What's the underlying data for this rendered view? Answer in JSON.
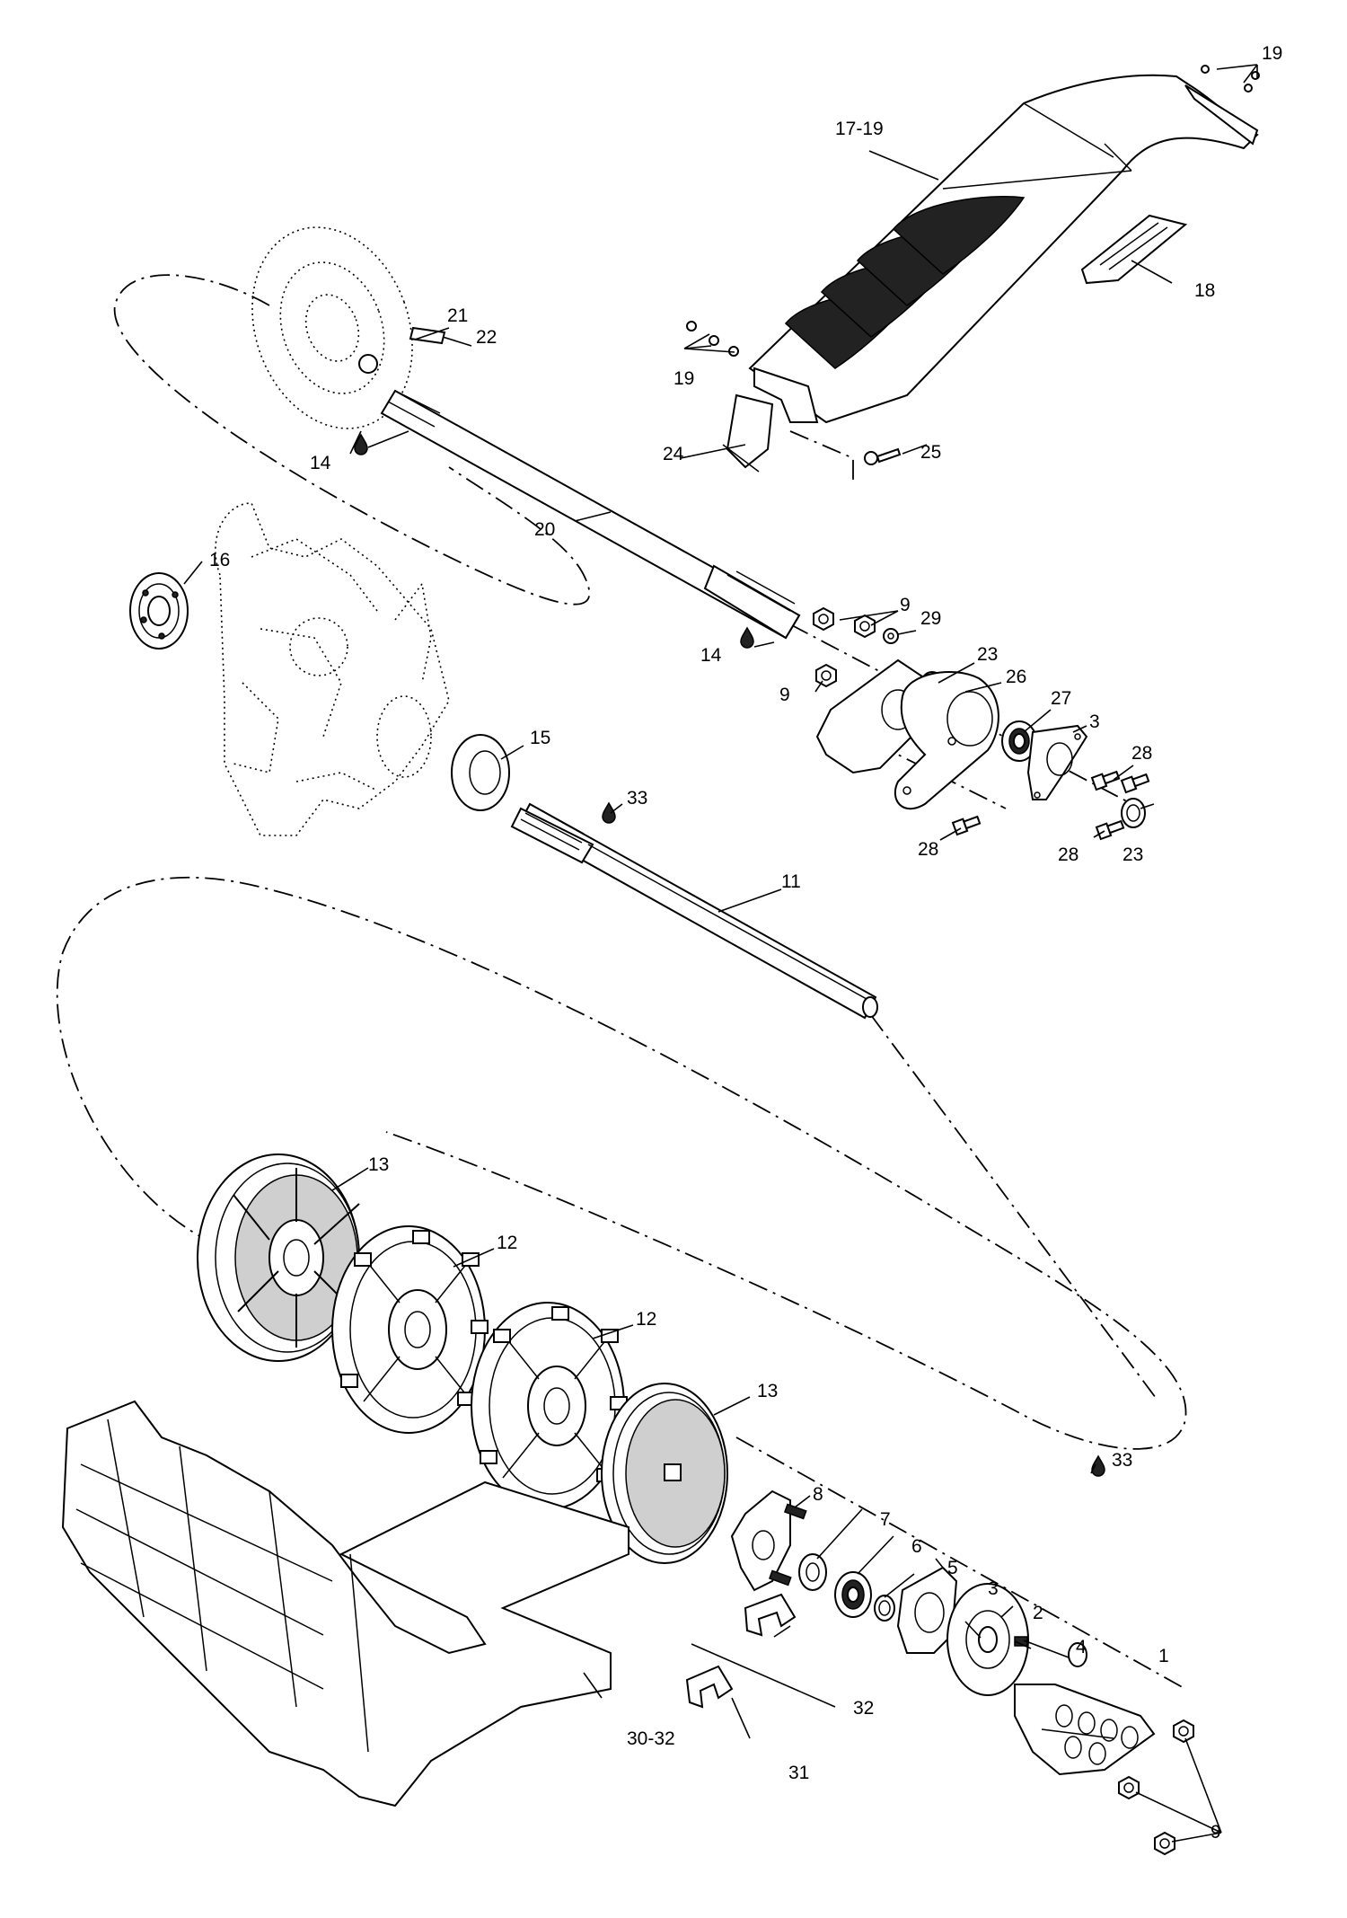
{
  "callouts": {
    "c1": "1",
    "c2": "2",
    "c3a": "3",
    "c3b": "3",
    "c4": "4",
    "c5": "5",
    "c6": "6",
    "c7": "7",
    "c8": "8",
    "c9a": "9",
    "c9b": "9",
    "c9c": "9",
    "c11": "11",
    "c12a": "12",
    "c12b": "12",
    "c13a": "13",
    "c13b": "13",
    "c14a": "14",
    "c14b": "14",
    "c15": "15",
    "c16": "16",
    "c17": "17-19",
    "c18": "18",
    "c19a": "19",
    "c19b": "19",
    "c20": "20",
    "c21": "21",
    "c22": "22",
    "c23a": "23",
    "c23b": "23",
    "c24": "24",
    "c25": "25",
    "c26": "26",
    "c27": "27",
    "c28a": "28",
    "c28b": "28",
    "c28c": "28",
    "c29": "29",
    "c3032": "30-32",
    "c31": "31",
    "c32": "32",
    "c33a": "33",
    "c33b": "33"
  }
}
